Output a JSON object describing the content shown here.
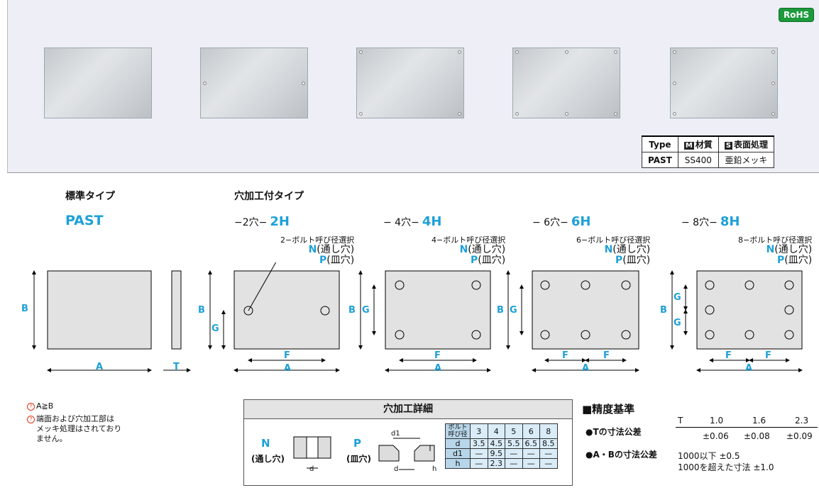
{
  "badge": "RoHS",
  "spec_table": {
    "headers": [
      "Type",
      "M",
      "材質",
      "S",
      "表面処理"
    ],
    "row": [
      "PAST",
      "SS400",
      "亜鉛メッキ"
    ]
  },
  "headings": {
    "standard": "標準タイプ",
    "standard_code": "PAST",
    "holed": "穴加工付タイプ"
  },
  "types": [
    {
      "prefix": "−2穴−",
      "code": "2H",
      "callout": "2−ボルト呼び径選択"
    },
    {
      "prefix": "− 4穴−",
      "code": "4H",
      "callout": "4−ボルト呼び径選択"
    },
    {
      "prefix": "− 6穴−",
      "code": "6H",
      "callout": "6−ボルト呼び径選択"
    },
    {
      "prefix": "− 8穴−",
      "code": "8H",
      "callout": "8−ボルト呼び径選択"
    }
  ],
  "callout_n": {
    "letter": "N",
    "text": "(通し穴)"
  },
  "callout_p": {
    "letter": "P",
    "text": "(皿穴)"
  },
  "dims": {
    "A": "A",
    "B": "B",
    "T": "T",
    "F": "F",
    "G": "G"
  },
  "notes": [
    "A≧B",
    "端面および穴加工部は",
    "メッキ処理はされており",
    "ません。"
  ],
  "detail": {
    "title": "穴加工詳細",
    "n_letter": "N",
    "n_label": "(通し穴)",
    "p_letter": "P",
    "p_label": "(皿穴)",
    "d": "d",
    "d1": "d1",
    "h": "h",
    "table": {
      "header": [
        "ボルト呼び径",
        "3",
        "4",
        "5",
        "6",
        "8"
      ],
      "rows": [
        [
          "d",
          "3.5",
          "4.5",
          "5.5",
          "6.5",
          "8.5"
        ],
        [
          "d1",
          "—",
          "9.5",
          "—",
          "—",
          "—"
        ],
        [
          "h",
          "—",
          "2.3",
          "—",
          "—",
          "—"
        ]
      ]
    }
  },
  "precision": {
    "title": "■精度基準",
    "t_label": "●Tの寸法公差",
    "t_head": [
      "T",
      "1.0",
      "1.6",
      "2.3"
    ],
    "t_vals": [
      "±0.06",
      "±0.08",
      "±0.09"
    ],
    "ab_label": "●A・Bの寸法公差",
    "ab_lines": [
      "1000以下 ±0.5",
      "1000を超えた寸法 ±1.0"
    ]
  }
}
